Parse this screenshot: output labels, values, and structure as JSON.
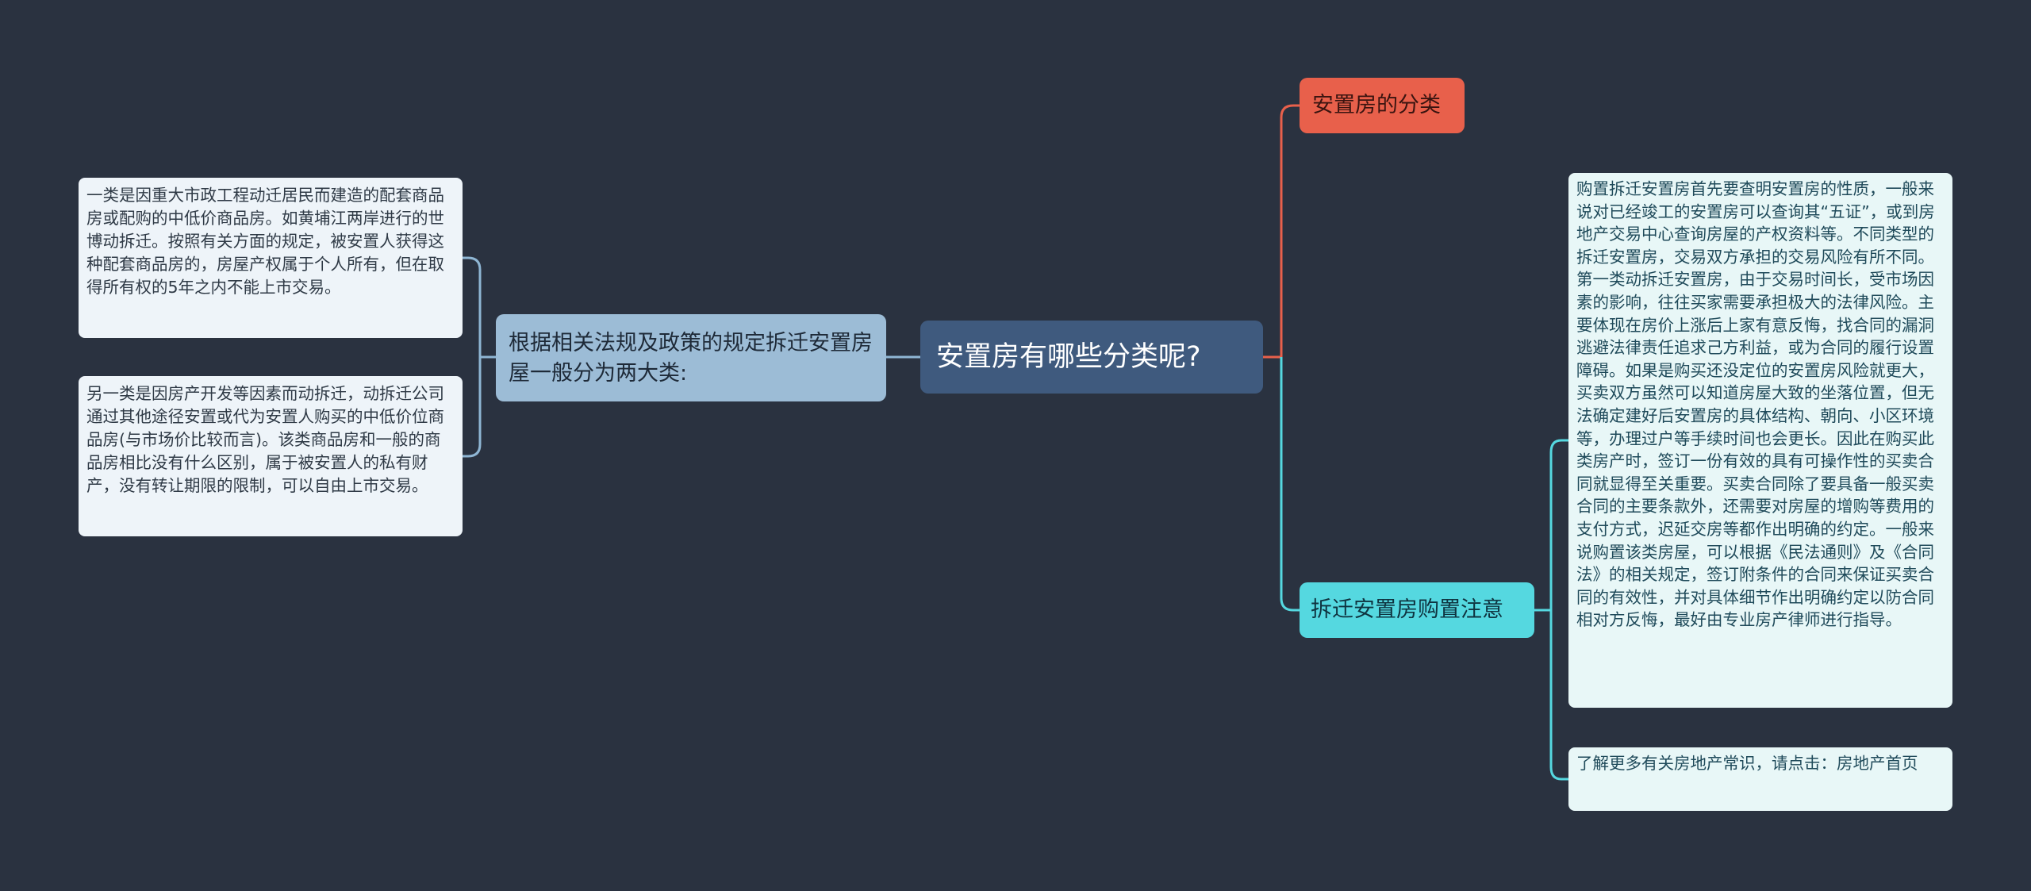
{
  "center": {
    "label": "安置房有哪些分类呢?"
  },
  "left_branch": {
    "label": "根据相关法规及政策的规定拆迁安置房屋一般分为两大类:",
    "children": [
      {
        "text": "一类是因重大市政工程动迁居民而建造的配套商品房或配购的中低价商品房。如黄埔江两岸进行的世博动拆迁。按照有关方面的规定，被安置人获得这种配套商品房的，房屋产权属于个人所有，但在取得所有权的5年之内不能上市交易。"
      },
      {
        "text": "另一类是因房产开发等因素而动拆迁，动拆迁公司通过其他途径安置或代为安置人购买的中低价位商品房(与市场价比较而言)。该类商品房和一般的商品房相比没有什么区别，属于被安置人的私有财产，没有转让期限的限制，可以自由上市交易。"
      }
    ]
  },
  "right_branches": [
    {
      "label": "安置房的分类",
      "color": "#e8604b"
    },
    {
      "label": "拆迁安置房购置注意",
      "color": "#55d8e0",
      "children": [
        {
          "text": "购置拆迁安置房首先要查明安置房的性质，一般来说对已经竣工的安置房可以查询其“五证”，或到房地产交易中心查询房屋的产权资料等。不同类型的拆迁安置房，交易双方承担的交易风险有所不同。第一类动拆迁安置房，由于交易时间长，受市场因素的影响，往往买家需要承担极大的法律风险。主要体现在房价上涨后上家有意反悔，找合同的漏洞逃避法律责任追求己方利益，或为合同的履行设置障碍。如果是购买还没定位的安置房风险就更大，买卖双方虽然可以知道房屋大致的坐落位置，但无法确定建好后安置房的具体结构、朝向、小区环境等，办理过户等手续时间也会更长。因此在购买此类房产时，签订一份有效的具有可操作性的买卖合同就显得至关重要。买卖合同除了要具备一般买卖合同的主要条款外，还需要对房屋的增购等费用的支付方式，迟延交房等都作出明确的约定。一般来说购置该类房屋，可以根据《民法通则》及《合同法》的相关规定，签订附条件的合同来保证买卖合同的有效性，并对具体细节作出明确约定以防合同相对方反悔，最好由专业房产律师进行指导。"
        },
        {
          "text": "了解更多有关房地产常识，请点击：房地产首页"
        }
      ]
    }
  ],
  "colors": {
    "background": "#2a3240",
    "center": "#3f5a7e",
    "left_branch": "#9cbcd6",
    "leaf": "#eef4f9",
    "connector_left": "#8fb6d4"
  }
}
